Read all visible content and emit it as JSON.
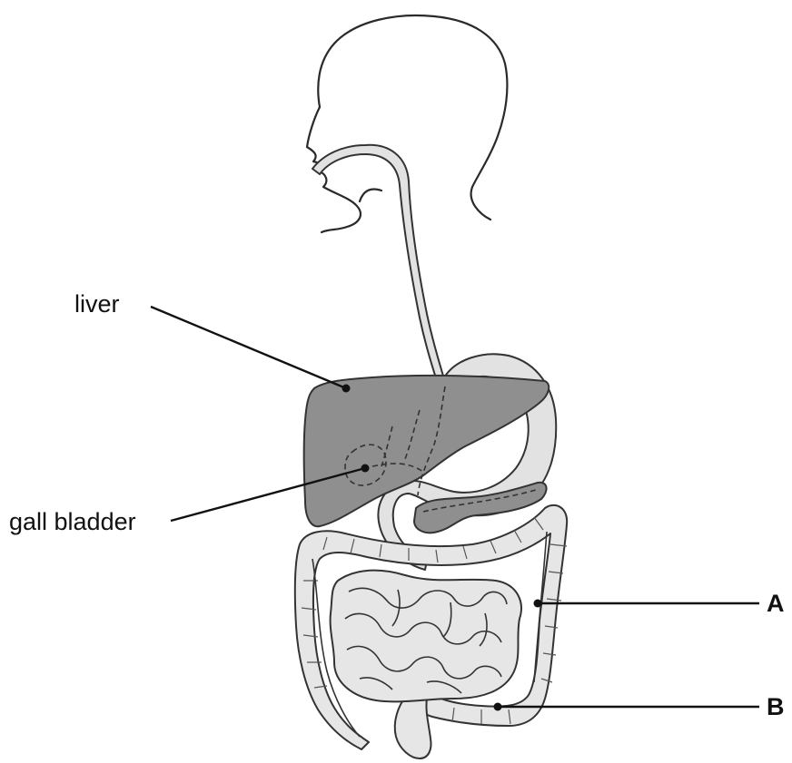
{
  "labels": {
    "liver": "liver",
    "gall_bladder": "gall bladder",
    "a": "A",
    "b": "B"
  },
  "colors": {
    "liver_fill": "#8f8f8f",
    "organ_fill": "#e2e2e2",
    "outline": "#2a2a2a",
    "label_text": "#111111",
    "background": "#ffffff"
  }
}
